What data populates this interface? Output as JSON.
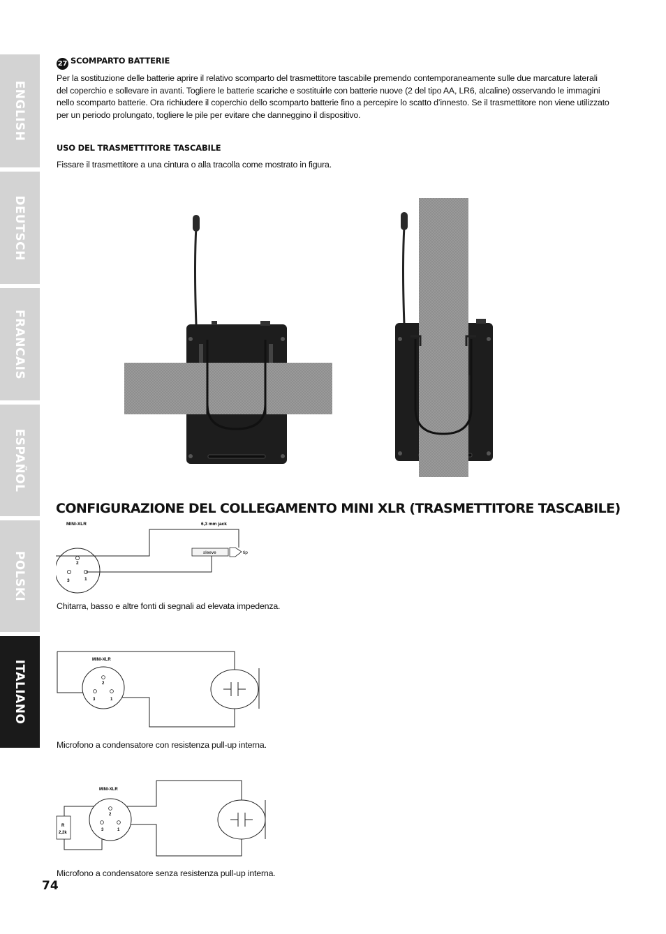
{
  "sidebar": {
    "tabs": [
      {
        "label": "ENGLISH",
        "active": false
      },
      {
        "label": "DEUTSCH",
        "active": false
      },
      {
        "label": "FRANCAIS",
        "active": false
      },
      {
        "label": "ESPAÑOL",
        "active": false
      },
      {
        "label": "POLSKI",
        "active": false
      },
      {
        "label": "ITALIANO",
        "active": true
      }
    ]
  },
  "battery": {
    "badge": "27",
    "heading": "SCOMPARTO BATTERIE",
    "lines": [
      "Per la sostituzione delle batterie aprire il relativo scomparto del trasmettitore tascabile premendo contemporaneamente sulle due marcature laterali",
      "del coperchio e sollevare in avanti. Togliere le batterie scariche e sostituirle con batterie nuove (2 del tipo AA, LR6, alcaline) osservando le immagini",
      "nello scomparto batterie. Ora richiudere il coperchio dello scomparto batterie fino a percepire lo scatto d’innesto. Se il trasmettitore non viene utilizzato",
      "per un periodo prolungato, togliere le pile per evitare che danneggino il dispositivo."
    ]
  },
  "usage": {
    "heading": "USO DEL TRASMETTITORE TASCABILE",
    "text": "Fissare il trasmettitore a una cintura o alla tracolla come mostrato in figura."
  },
  "config": {
    "title": "CONFIGURAZIONE DEL COLLEGAMENTO MINI XLR (TRASMETTITORE TASCABILE)",
    "diagram1": {
      "mini_xlr": "MINI-XLR",
      "jack": "6,3 mm jack",
      "sleeve": "sleeve",
      "tip": "tip",
      "pin2": "2",
      "pin3": "3",
      "pin1": "1",
      "caption": "Chitarra, basso e altre fonti di segnali ad elevata impedenza."
    },
    "diagram2": {
      "mini_xlr": "MINI-XLR",
      "pin2": "2",
      "pin3": "3",
      "pin1": "1",
      "caption": "Microfono a condensatore con resistenza pull-up interna."
    },
    "diagram3": {
      "mini_xlr": "MINI-XLR",
      "pin2": "2",
      "pin3": "3",
      "pin1": "1",
      "resistor_r": "R",
      "resistor_val": "2,2k",
      "caption": "Microfono a condensatore senza resistenza pull-up interna."
    }
  },
  "page_number": "74"
}
